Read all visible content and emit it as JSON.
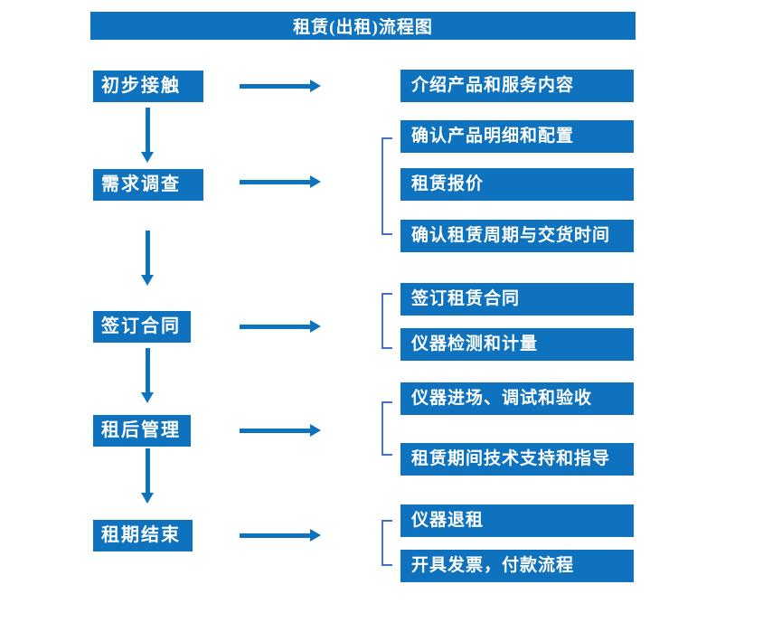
{
  "title": "租赁(出租)流程图",
  "colors": {
    "box_blue": "#0F72BE",
    "bracket_blue": "#4472C4",
    "text_white": "#FFFFFF",
    "page_bg": "#FFFFFF"
  },
  "flow": [
    {
      "step": "初步接触",
      "details": [
        "介绍产品和服务内容"
      ]
    },
    {
      "step": "需求调查",
      "details": [
        "确认产品明细和配置",
        "租赁报价",
        "确认租赁周期与交货时间"
      ]
    },
    {
      "step": "签订合同",
      "details": [
        "签订租赁合同",
        "仪器检测和计量"
      ]
    },
    {
      "step": "租后管理",
      "details": [
        "仪器进场、调试和验收",
        "租赁期间技术支持和指导"
      ]
    },
    {
      "step": "租期结束",
      "details": [
        "仪器退租",
        "开具发票，付款流程"
      ]
    }
  ]
}
